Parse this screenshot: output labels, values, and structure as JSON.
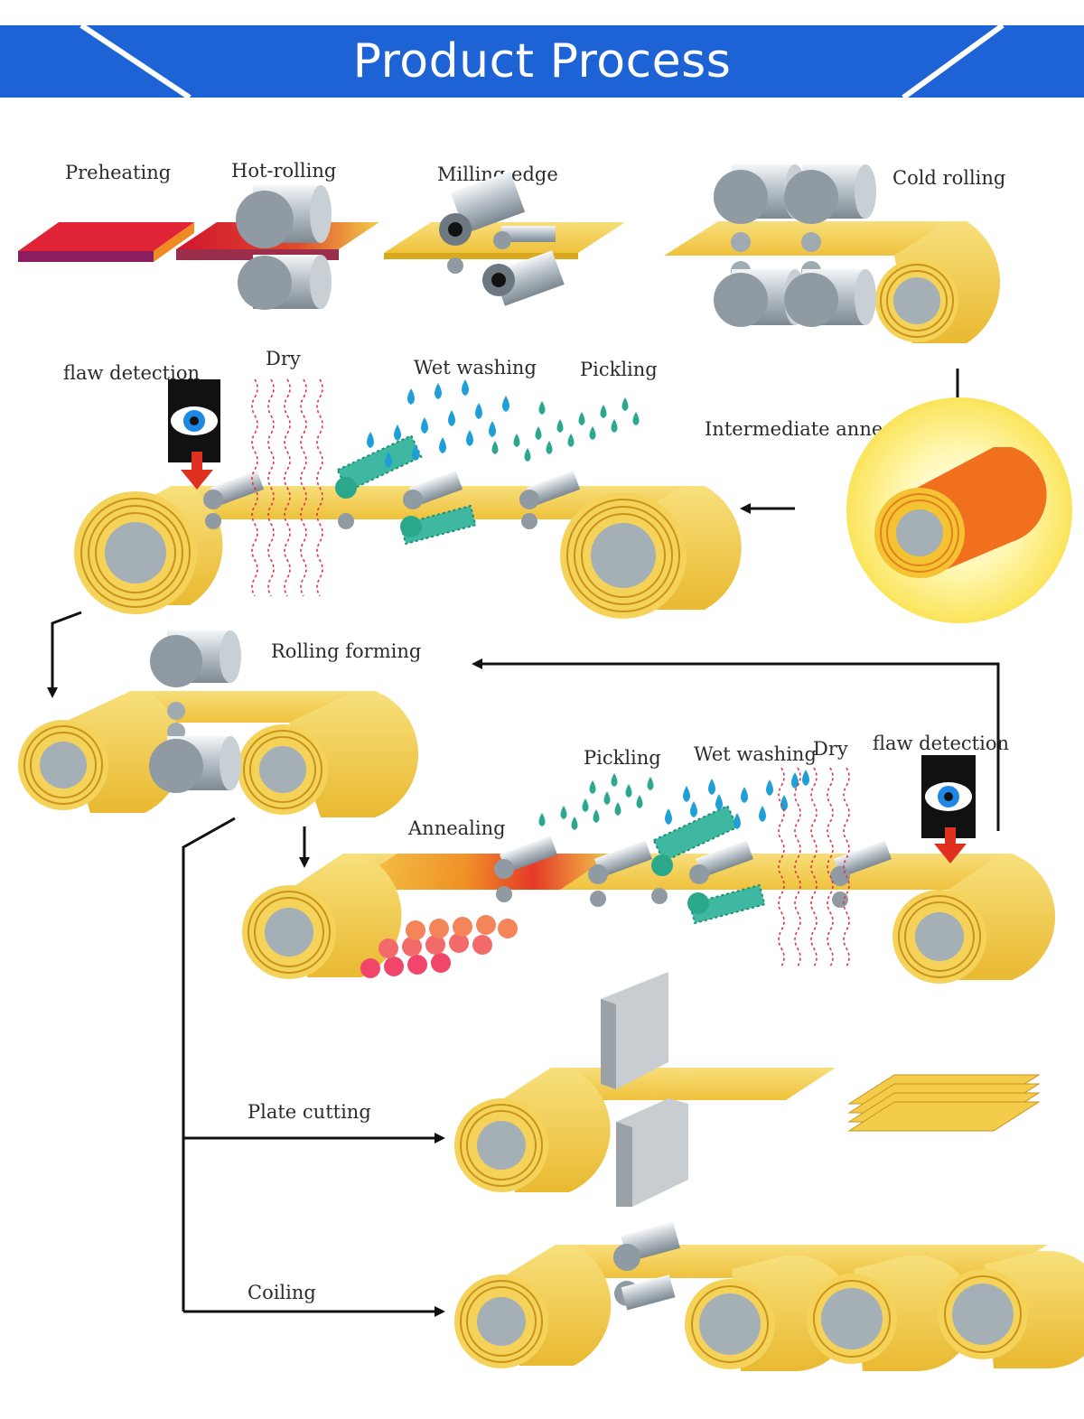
{
  "header": {
    "title": "Product Process",
    "banner_color": "#1E63D6"
  },
  "labels": {
    "preheating": "Preheating",
    "hot_rolling": "Hot-rolling",
    "milling_edge": "Milling edge",
    "cold_rolling": "Cold rolling",
    "flaw_detection_1": "flaw detection",
    "dry_1": "Dry",
    "wet_washing_1": "Wet washing",
    "pickling_1": "Pickling",
    "intermediate_annealing": "Intermediate annealing",
    "rolling_forming": "Rolling forming",
    "pickling_2": "Pickling",
    "wet_washing_2": "Wet washing",
    "dry_2": "Dry",
    "flaw_detection_2": "flaw detection",
    "annealing": "Annealing",
    "plate_cutting": "Plate cutting",
    "coiling": "Coiling"
  },
  "colors": {
    "strip": "#F2CC4A",
    "strip_dark": "#D9A81E",
    "roller": "#A9B4BC",
    "hot_slab": "#D8202F",
    "water": "#1E9FD8",
    "acid": "#2BA88C",
    "arrow": "#111111"
  }
}
